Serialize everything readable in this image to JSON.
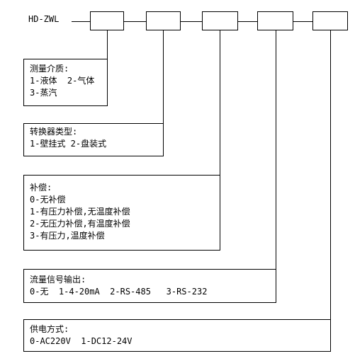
{
  "model_label": "HD-ZWL",
  "groups": [
    {
      "title": "测量介质:",
      "options": [
        "1-液体  2-气体",
        "3-蒸汽"
      ]
    },
    {
      "title": "转换器类型:",
      "options": [
        "1-壁挂式 2-盘装式"
      ]
    },
    {
      "title": "补偿:",
      "options": [
        "0-无补偿",
        "1-有压力补偿,无温度补偿",
        "2-无压力补偿,有温度补偿",
        "3-有压力,温度补偿"
      ]
    },
    {
      "title": "流量信号输出:",
      "options": [
        "0-无  1-4-20mA  2-RS-485   3-RS-232"
      ]
    },
    {
      "title": "供电方式:",
      "options": [
        "0-AC220V  1-DC12-24V"
      ]
    }
  ]
}
